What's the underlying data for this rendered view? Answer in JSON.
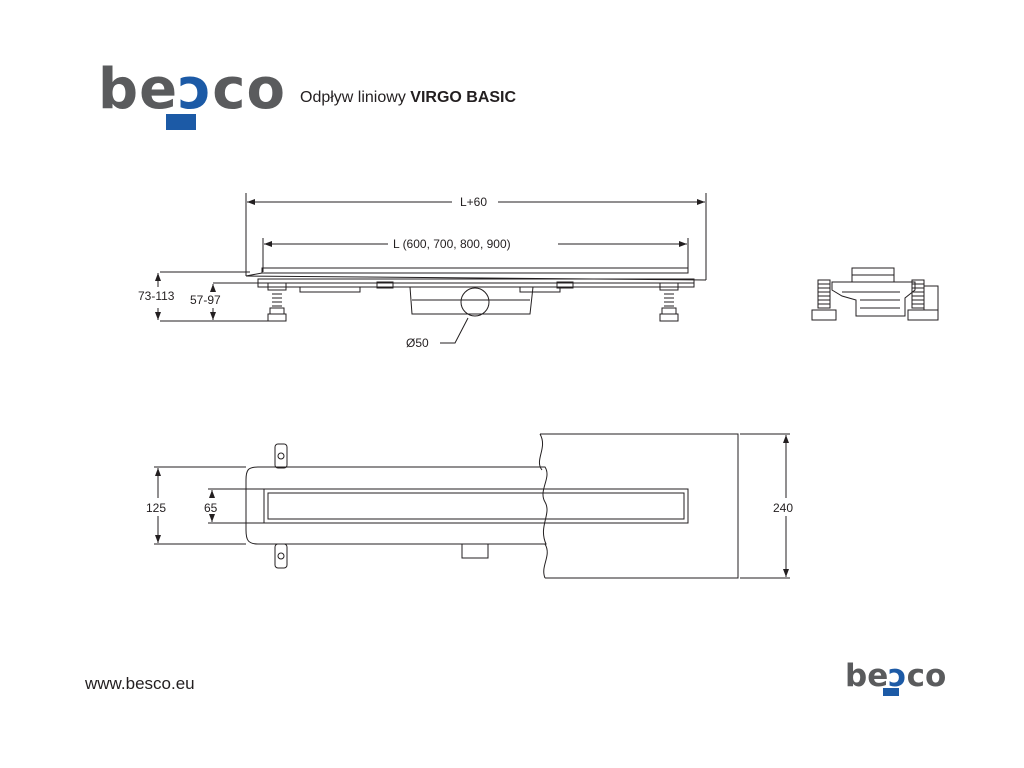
{
  "header": {
    "logo_text": "besco",
    "title_prefix": "Odpływ liniowy",
    "title_product": "VIRGO BASIC"
  },
  "front_view": {
    "overall_length_label": "L+60",
    "length_label": "L (600, 700, 800, 900)",
    "height_outer_label": "73-113",
    "height_inner_label": "57-97",
    "outlet_diameter_label": "Ø50"
  },
  "top_view": {
    "width_outer_label": "125",
    "width_inner_label": "65",
    "section_width_label": "240"
  },
  "footer": {
    "url": "www.besco.eu",
    "logo_text": "besco"
  },
  "colors": {
    "logo_gray": "#5a5b5d",
    "logo_blue": "#1c5aa6",
    "line": "#231f20"
  }
}
